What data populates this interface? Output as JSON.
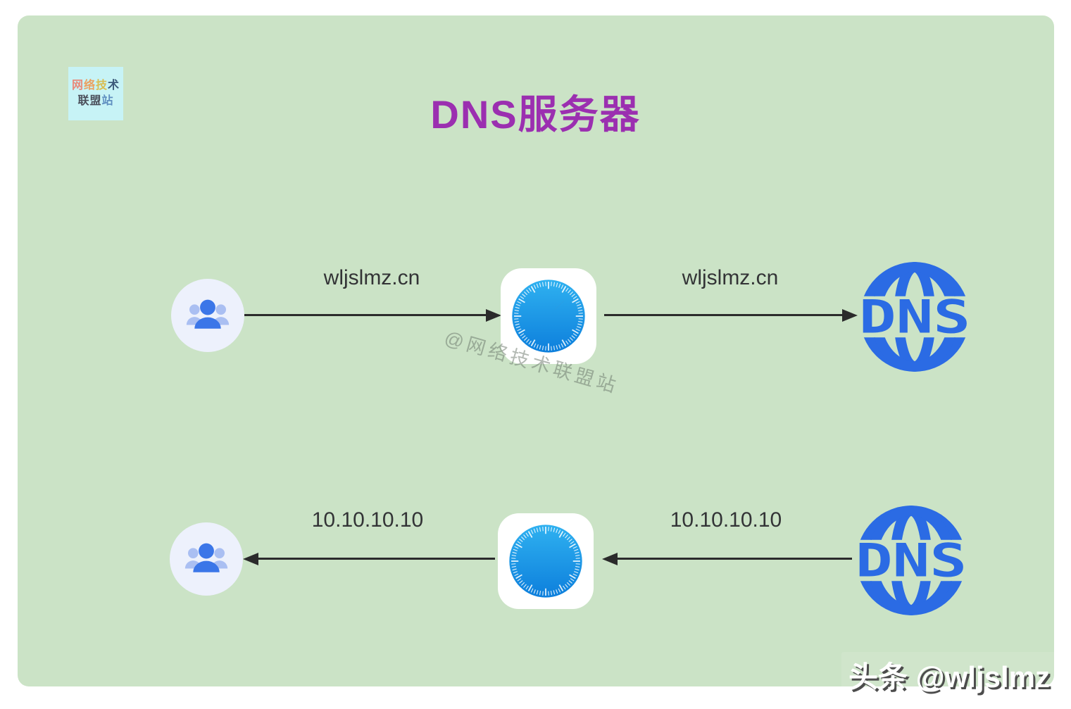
{
  "colors": {
    "card_bg": "#cbe3c6",
    "title": "#9b2fb0",
    "dns_blue": "#2b6be4",
    "arrow": "#2b2b2b",
    "label_text": "#333436",
    "user_bg": "#edf1fc",
    "user_front": "#3b76e8",
    "user_back": "#aabff2",
    "needle_red": "#e8402a",
    "needle_white": "#f7f7f7",
    "logo_bg": "#c7f3f6",
    "watermark": "rgba(104,116,104,0.5)"
  },
  "logo": {
    "chars": [
      {
        "c": "网",
        "color": "#e8897a"
      },
      {
        "c": "络",
        "color": "#eba05f"
      },
      {
        "c": "技",
        "color": "#d9bd52"
      },
      {
        "c": "术",
        "color": "#3d5a7a"
      },
      {
        "c": "联",
        "color": "#4a4f5a"
      },
      {
        "c": "盟",
        "color": "#4a4f5a"
      },
      {
        "c": "站",
        "color": "#5f8fc0"
      }
    ]
  },
  "title": {
    "text": "DNS服务器"
  },
  "diagram": {
    "row1": {
      "query_label_user_to_browser": "wljslmz.cn",
      "query_label_browser_to_dns": "wljslmz.cn",
      "direction": "right"
    },
    "row2": {
      "answer_label_browser_to_user": "10.10.10.10",
      "answer_label_dns_to_browser": "10.10.10.10",
      "direction": "left"
    },
    "dns_label": "DNS"
  },
  "watermark": {
    "text": "@网络技术联盟站"
  },
  "footer": {
    "text": "头条 @wljslmz"
  }
}
